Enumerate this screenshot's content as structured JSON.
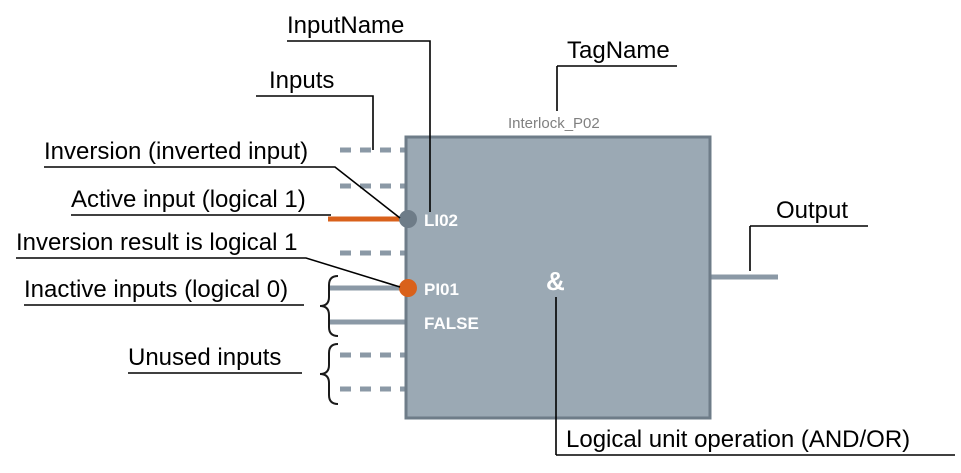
{
  "diagram": {
    "title_tag": "Interlock_P02",
    "operation_symbol": "&",
    "colors": {
      "block_fill": "#9ba9b4",
      "block_border": "#6e7c88",
      "wire_gray": "#8b99a6",
      "wire_active_orange": "#d9611b",
      "pin_inactive_gray": "#6e7c88",
      "pin_active_orange": "#d9611b",
      "annotation_black": "#000000",
      "tag_gray": "#808080",
      "label_white": "#ffffff"
    },
    "block_inputs": [
      {
        "name": "LI02",
        "state": "active",
        "pin_color": "#6e7c88",
        "wire_color": "#d9611b"
      },
      {
        "name": "PI01",
        "state": "inactive",
        "pin_color": "#d9611b",
        "wire_color": "#8b99a6"
      },
      {
        "name": "FALSE",
        "state": "inactive",
        "pin_color": "none",
        "wire_color": "#8b99a6"
      }
    ],
    "unconnected_inputs": [
      {
        "index": 1,
        "style": "dashed"
      },
      {
        "index": 2,
        "style": "dashed"
      },
      {
        "index": 3,
        "style": "dashed"
      },
      {
        "index": 4,
        "style": "dashed"
      },
      {
        "index": 5,
        "style": "dashed"
      }
    ],
    "annotations": [
      {
        "id": "input-name",
        "text": "InputName"
      },
      {
        "id": "tag-name",
        "text": "TagName"
      },
      {
        "id": "inputs",
        "text": "Inputs"
      },
      {
        "id": "inversion",
        "text": "Inversion (inverted input)"
      },
      {
        "id": "active-input",
        "text": "Active input (logical 1)"
      },
      {
        "id": "inversion-result",
        "text": "Inversion result is logical 1"
      },
      {
        "id": "inactive-inputs",
        "text": "Inactive inputs (logical 0)"
      },
      {
        "id": "unused-inputs",
        "text": "Unused inputs"
      },
      {
        "id": "output",
        "text": "Output"
      },
      {
        "id": "logical-unit",
        "text": "Logical unit operation (AND/OR)"
      }
    ]
  }
}
